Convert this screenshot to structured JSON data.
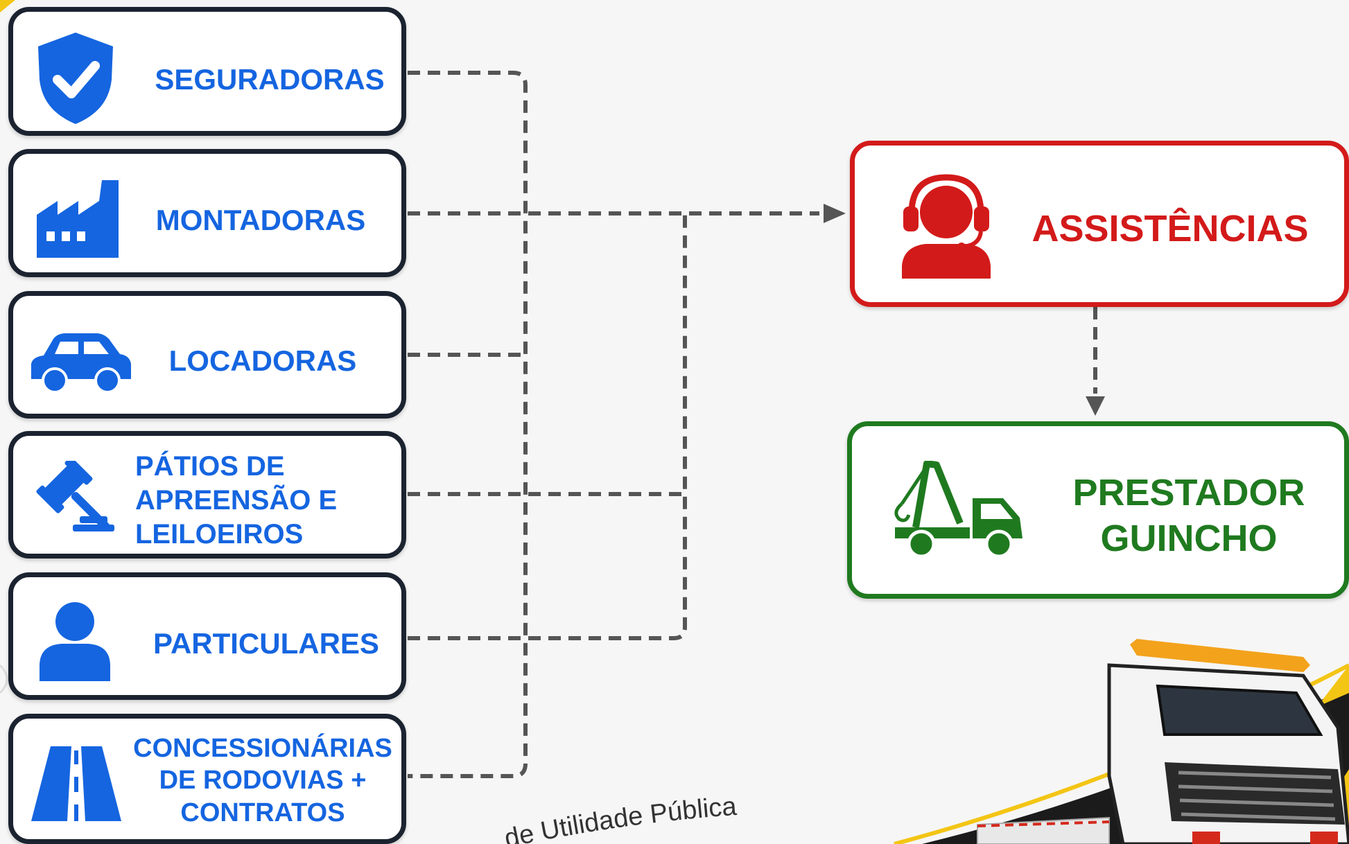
{
  "sources": [
    {
      "label": "SEGURADORAS",
      "icon": "shield-check-icon"
    },
    {
      "label": "MONTADORAS",
      "icon": "factory-icon"
    },
    {
      "label": "LOCADORAS",
      "icon": "car-icon"
    },
    {
      "label": "PÁTIOS DE\nAPREENSÃO E\nLEILOEIROS",
      "icon": "gavel-icon"
    },
    {
      "label": "PARTICULARES",
      "icon": "person-icon"
    },
    {
      "label": "CONCESSIONÁRIAS\nDE RODOVIAS +\nCONTRATOS",
      "icon": "highway-icon"
    }
  ],
  "assistencias": {
    "label": "ASSISTÊNCIAS",
    "icon": "headset-operator-icon"
  },
  "prestador": {
    "label": "PRESTADOR\nGUINCHO",
    "icon": "tow-truck-icon"
  },
  "footer_text": "...de Utilidade Pública",
  "colors": {
    "source_text": "#1565e0",
    "source_border": "#1b2330",
    "assist": "#d31a1a",
    "prestador": "#1f7a1f",
    "connector": "#555555",
    "accent_yellow": "#f3c515"
  }
}
